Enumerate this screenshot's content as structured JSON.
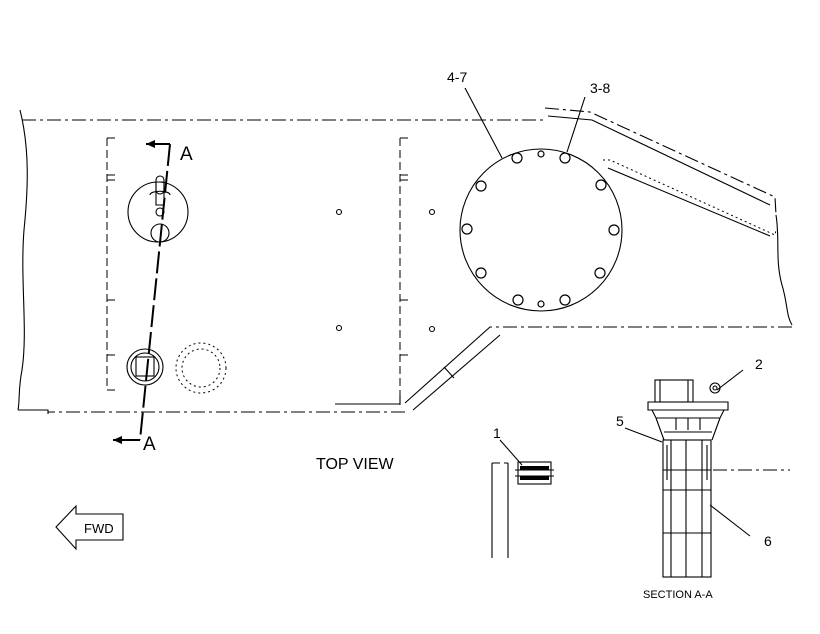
{
  "diagram": {
    "view_label": "TOP VIEW",
    "section_label": "SECTION A-A",
    "section_marker_top": "A",
    "section_marker_bottom": "A",
    "forward_label": "FWD",
    "callouts": {
      "c47": "4-7",
      "c38": "3-8",
      "c2": "2",
      "c5": "5",
      "c1": "1",
      "c6": "6"
    }
  }
}
